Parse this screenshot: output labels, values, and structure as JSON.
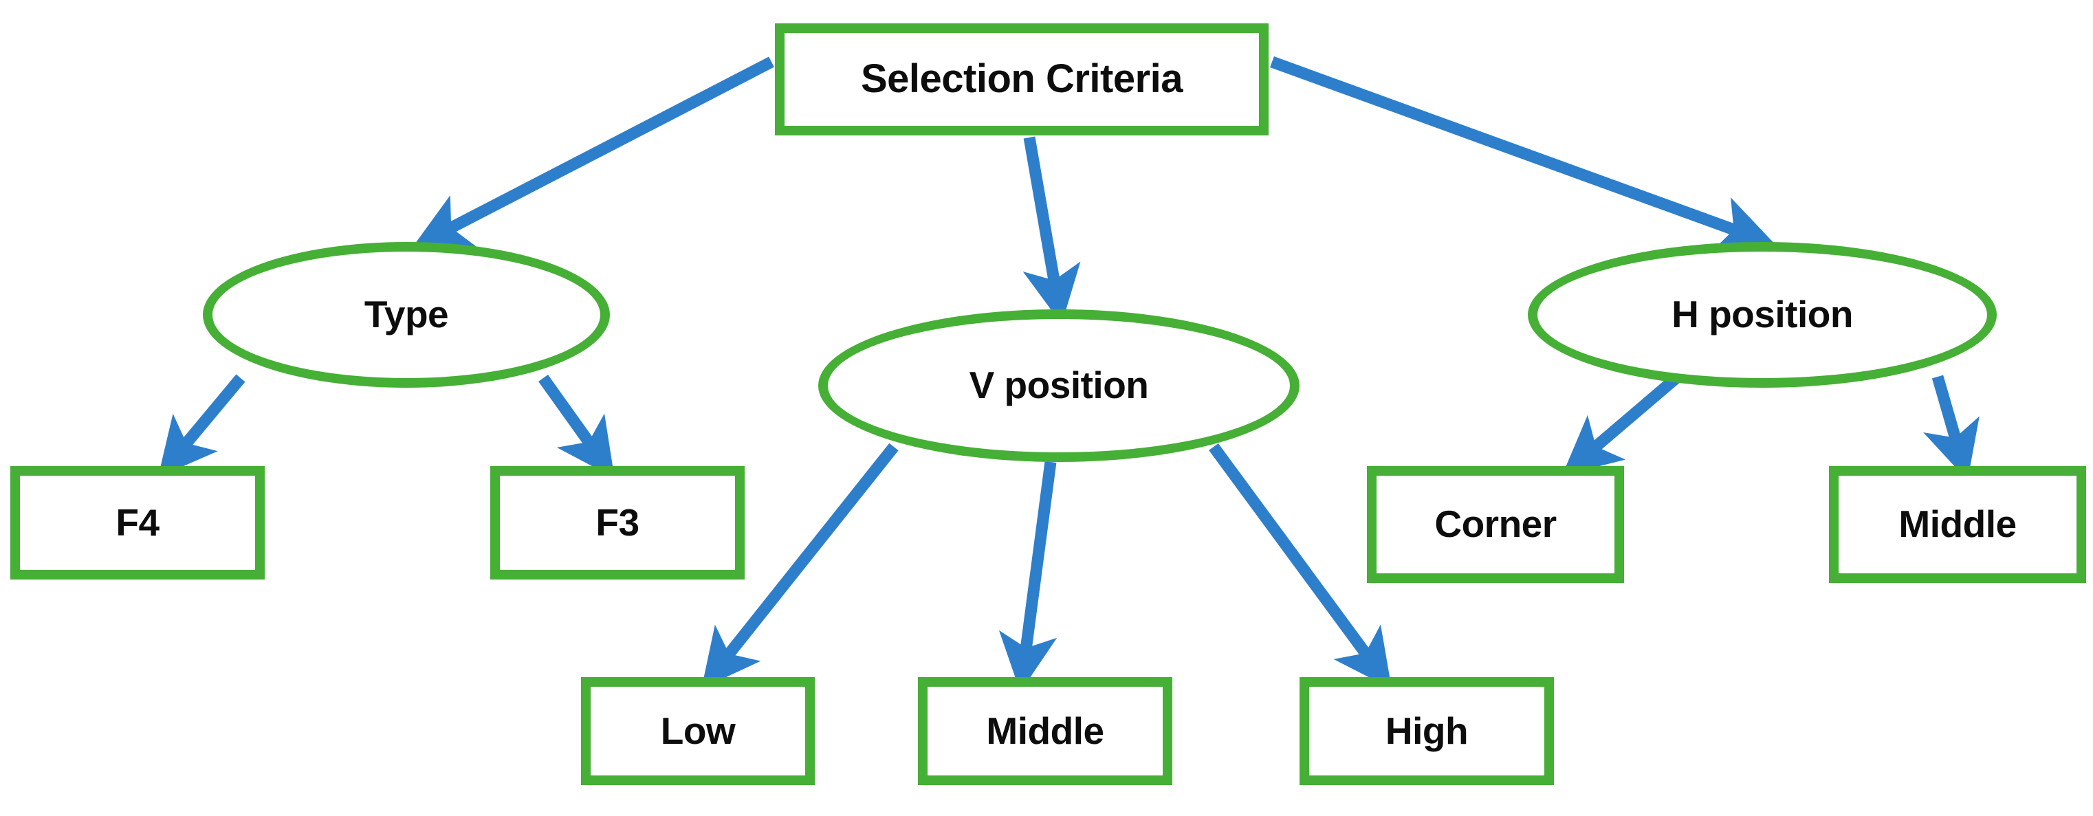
{
  "diagram": {
    "title": "Selection Criteria decision tree",
    "colors": {
      "node_border_green": "#46AF35",
      "edge_blue": "#2E7FCB",
      "node_fill": "#FFFFFF",
      "text": "#0D0D0D",
      "background": "#FFFFFF"
    },
    "root": {
      "id": "selection-criteria",
      "label": "Selection Criteria",
      "shape": "rectangle"
    },
    "branches": [
      {
        "id": "type",
        "label": "Type",
        "shape": "ellipse",
        "children": [
          {
            "id": "f4",
            "label": "F4",
            "shape": "rectangle"
          },
          {
            "id": "f3",
            "label": "F3",
            "shape": "rectangle"
          }
        ]
      },
      {
        "id": "v-position",
        "label": "V position",
        "shape": "ellipse",
        "children": [
          {
            "id": "low",
            "label": "Low",
            "shape": "rectangle"
          },
          {
            "id": "v-middle",
            "label": "Middle",
            "shape": "rectangle"
          },
          {
            "id": "high",
            "label": "High",
            "shape": "rectangle"
          }
        ]
      },
      {
        "id": "h-position",
        "label": "H position",
        "shape": "ellipse",
        "children": [
          {
            "id": "corner",
            "label": "Corner",
            "shape": "rectangle"
          },
          {
            "id": "h-middle",
            "label": "Middle",
            "shape": "rectangle"
          }
        ]
      }
    ],
    "edges": [
      {
        "from": "selection-criteria",
        "to": "type",
        "style": "solid-arrow"
      },
      {
        "from": "selection-criteria",
        "to": "v-position",
        "style": "solid-arrow"
      },
      {
        "from": "selection-criteria",
        "to": "h-position",
        "style": "solid-arrow"
      },
      {
        "from": "type",
        "to": "f4",
        "style": "solid-arrow"
      },
      {
        "from": "type",
        "to": "f3",
        "style": "solid-arrow"
      },
      {
        "from": "v-position",
        "to": "low",
        "style": "solid-arrow"
      },
      {
        "from": "v-position",
        "to": "v-middle",
        "style": "solid-arrow"
      },
      {
        "from": "v-position",
        "to": "high",
        "style": "solid-arrow"
      },
      {
        "from": "h-position",
        "to": "corner",
        "style": "solid-arrow"
      },
      {
        "from": "h-position",
        "to": "h-middle",
        "style": "solid-arrow"
      }
    ]
  }
}
